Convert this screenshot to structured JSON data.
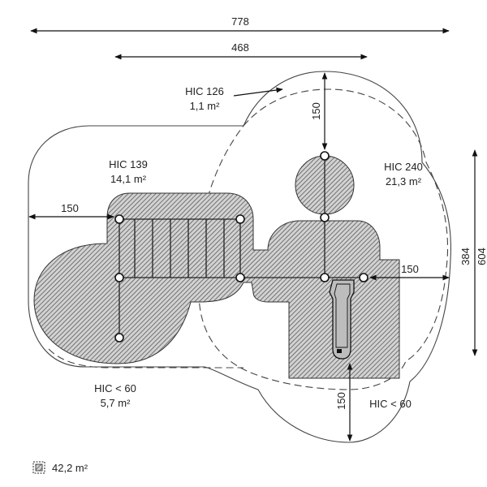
{
  "dimensions": {
    "overall_width": "778",
    "inner_width": "468",
    "left_margin": "150",
    "top_margin": "150",
    "right_margin": "150",
    "bottom_margin": "150",
    "height_visible": "384",
    "height_cropped": "604"
  },
  "zones": {
    "hic126": {
      "title": "HIC 126",
      "area": "1,1 m²"
    },
    "hic139": {
      "title": "HIC 139",
      "area": "14,1 m²"
    },
    "hic240": {
      "title": "HIC 240",
      "area": "21,3 m²"
    },
    "hic_lt60_left": {
      "title": "HIC < 60",
      "area": "5,7 m²"
    },
    "hic_lt60_right": {
      "title": "HIC < 60"
    }
  },
  "legend": {
    "total_area": "42,2 m²",
    "icon": "hatched-area-icon"
  },
  "colors": {
    "line": "#222222",
    "hatch": "#555555",
    "fill": "#cfcfcf"
  }
}
